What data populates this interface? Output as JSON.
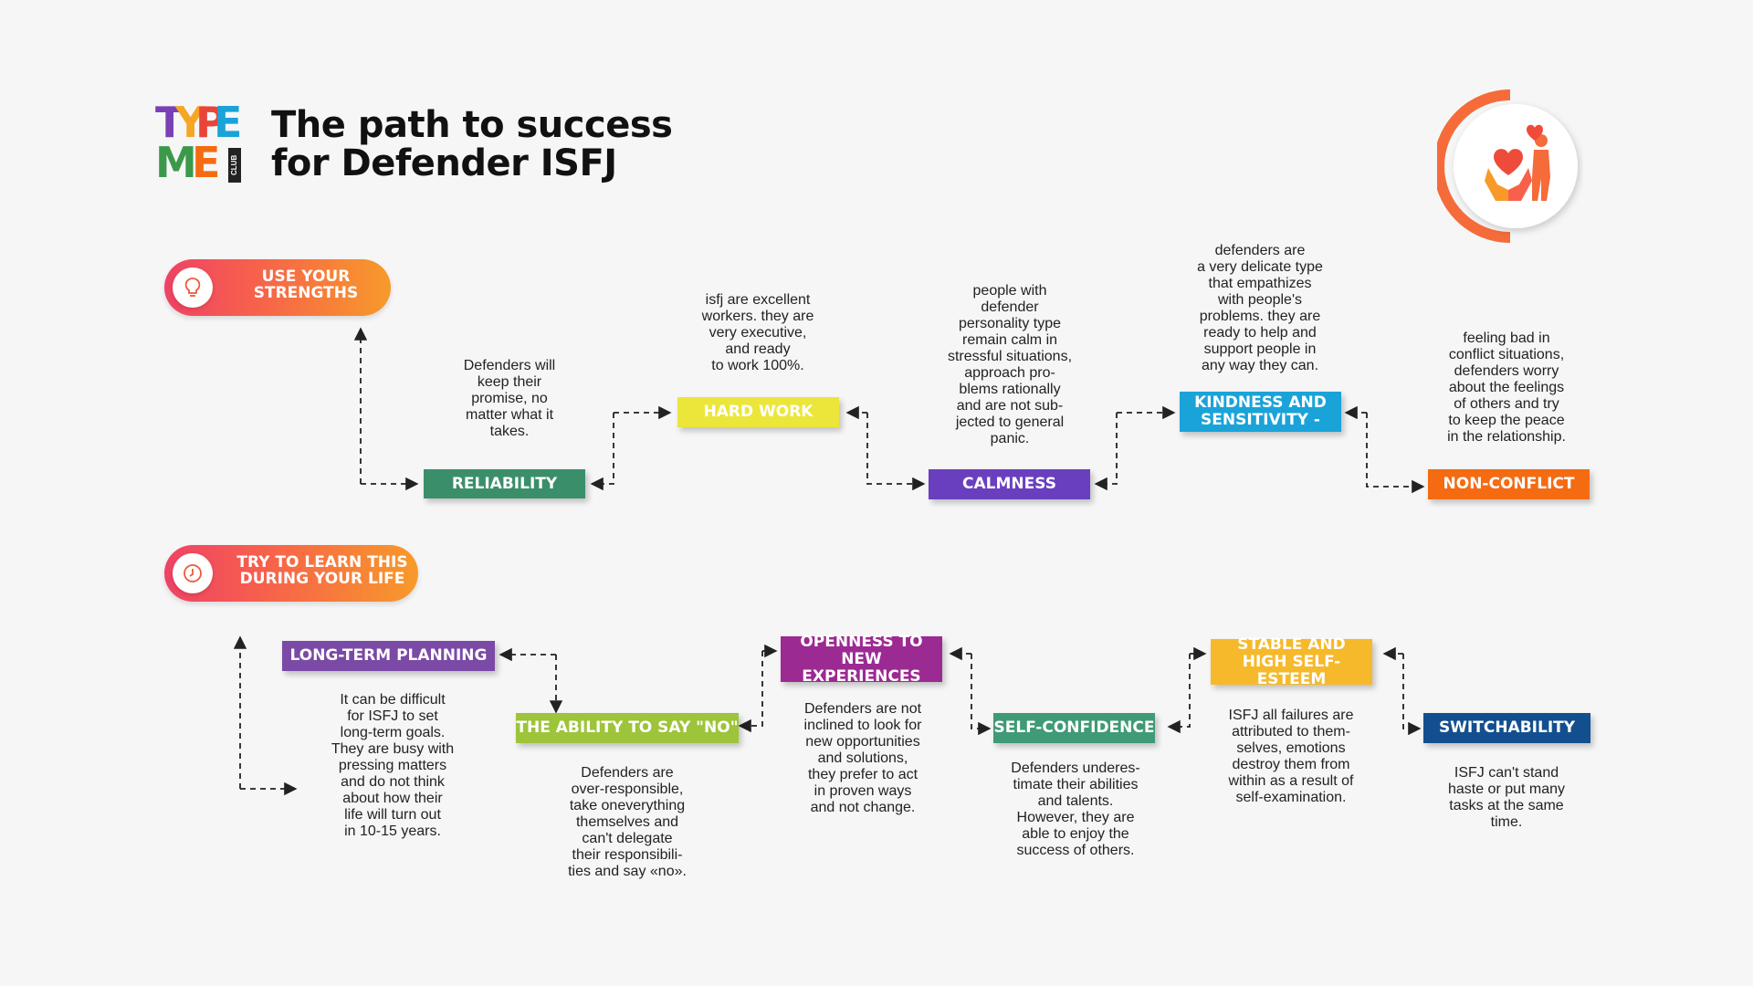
{
  "header": {
    "logo_text": "TYPE ME",
    "logo_sub": "CLUB",
    "title_line1": "The path to success",
    "title_line2": "for Defender ISFJ"
  },
  "icons": {
    "badge": "heart-hands-person-icon",
    "strengths": "lightbulb-icon",
    "learn": "clock-icon"
  },
  "colors": {
    "accent_gradient": [
      "#ee4266",
      "#f79a2a"
    ],
    "reliability": "#3a8f6a",
    "hard_work": "#ece63a",
    "calmness": "#6a3fbf",
    "kindness": "#1aa3d9",
    "non_conflict": "#f56b12",
    "long_term": "#7a4aa6",
    "say_no": "#9dc43a",
    "openness": "#9c2a93",
    "self_confidence": "#3f9a76",
    "self_esteem": "#f6b92b",
    "switchability": "#134f8f"
  },
  "sections": {
    "strengths": "USE YOUR\nSTRENGTHS",
    "learn": "TRY TO LEARN THIS\nDURING YOUR LIFE"
  },
  "strengths": [
    {
      "label": "RELIABILITY",
      "desc": "Defenders will\nkeep their\npromise, no\nmatter what it\ntakes."
    },
    {
      "label": "HARD WORK",
      "desc": "isfj are excellent\nworkers. they are\nvery executive,\nand ready\nto work 100%."
    },
    {
      "label": "CALMNESS",
      "desc": "people with\ndefender\npersonality type\nremain calm in\nstressful situations,\napproach pro-\nblems rationally\nand are not sub-\njected to general\npanic."
    },
    {
      "label": "KINDNESS AND\nSENSITIVITY -",
      "desc": "defenders are\na very delicate type\nthat empathizes\nwith people's\nproblems. they are\nready to help and\nsupport people in\nany way they can."
    },
    {
      "label": "NON-CONFLICT",
      "desc": "feeling bad in\nconflict situations,\ndefenders worry\nabout the feelings\nof others and try\nto keep the peace\nin the relationship."
    }
  ],
  "learn": [
    {
      "label": "LONG-TERM PLANNING",
      "desc": "It can be difficult\nfor ISFJ to set\nlong-term goals.\nThey are busy with\npressing matters\nand do not think\nabout how their\nlife will turn out\nin 10-15 years."
    },
    {
      "label": "THE ABILITY TO SAY \"NO\"",
      "desc": "Defenders are\nover-responsible,\ntake oneverything\nthemselves and\ncan't delegate\ntheir responsibili-\nties and say «no»."
    },
    {
      "label": "OPENNESS TO\nNEW EXPERIENCES",
      "desc": "Defenders are not\ninclined to look for\nnew opportunities\nand solutions,\nthey prefer to act\nin proven ways\nand not change."
    },
    {
      "label": "SELF-CONFIDENCE",
      "desc": "Defenders underes-\ntimate their abilities\nand talents.\nHowever, they are\nable to enjoy the\nsuccess of others."
    },
    {
      "label": "STABLE AND\nHIGH SELF-ESTEEM",
      "desc": "ISFJ all failures are\nattributed to them-\nselves, emotions\ndestroy them from\nwithin as a result of\nself-examination."
    },
    {
      "label": "SWITCHABILITY",
      "desc": "ISFJ can't stand\nhaste or put many\ntasks at the same\ntime."
    }
  ]
}
